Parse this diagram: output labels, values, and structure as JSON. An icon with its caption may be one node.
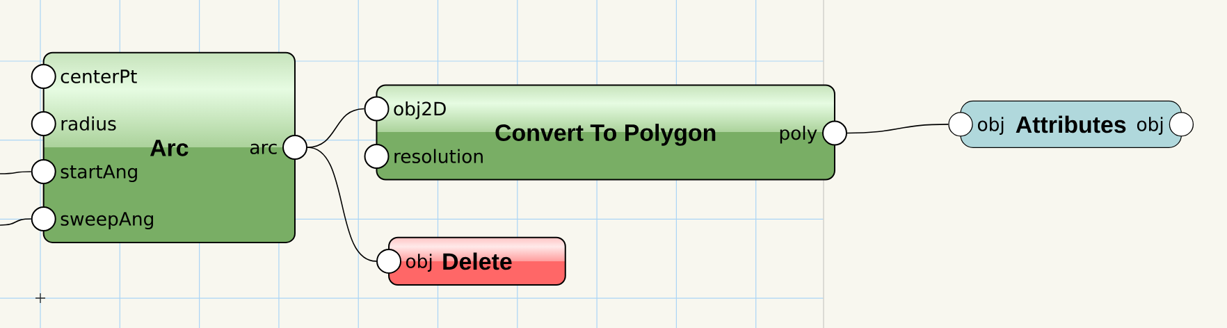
{
  "diagram": {
    "nodes": [
      {
        "text": [
          "Arc"
        ]
      },
      {
        "text": [],
        "shape": "circle",
        "beside": [
          "centerPt"
        ]
      },
      {
        "text": [],
        "shape": "circle",
        "beside": [
          "radius"
        ]
      },
      {
        "text": [],
        "shape": "circle",
        "beside": [
          "startAng"
        ]
      },
      {
        "text": [],
        "shape": "circle",
        "beside": [
          "sweepAng"
        ]
      },
      {
        "text": [],
        "shape": "circle",
        "beside": [
          "arc"
        ]
      },
      {
        "text": [
          "Convert To Polygon"
        ]
      },
      {
        "text": [],
        "shape": "circle",
        "beside": [
          "obj2D"
        ]
      },
      {
        "text": [],
        "shape": "circle",
        "beside": [
          "resolution"
        ]
      },
      {
        "text": [],
        "shape": "circle",
        "beside": [
          "poly"
        ]
      },
      {
        "text": [
          "Delete"
        ]
      },
      {
        "text": [],
        "shape": "circle",
        "beside": [
          "obj"
        ]
      },
      {
        "text": [
          "Attributes"
        ]
      },
      {
        "text": [],
        "shape": "circle",
        "beside": [
          "obj"
        ]
      },
      {
        "text": [],
        "shape": "circle",
        "beside": [
          "obj"
        ]
      }
    ],
    "edges": [
      {
        "from": null,
        "to": 3,
        "arrow": "none"
      },
      {
        "from": null,
        "to": 4,
        "arrow": "none"
      },
      {
        "from": 5,
        "to": 7,
        "arrow": "none"
      },
      {
        "from": 5,
        "to": 11,
        "arrow": "none"
      },
      {
        "from": 9,
        "to": 13,
        "arrow": "none"
      }
    ]
  }
}
